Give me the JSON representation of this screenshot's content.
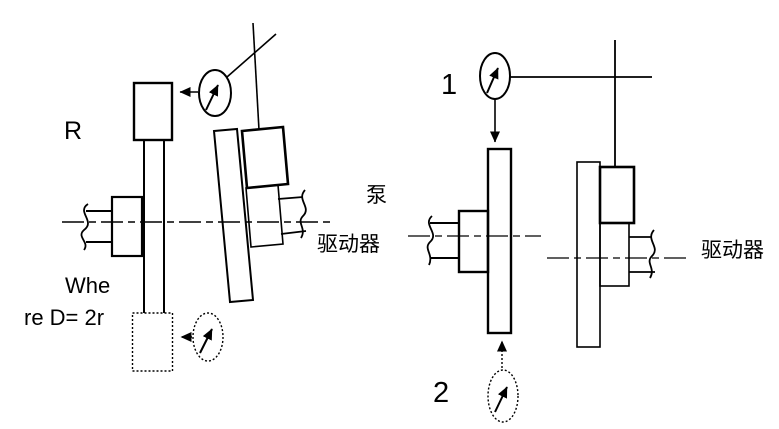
{
  "colors": {
    "line": "#000000",
    "text": "#000000",
    "background": "#ffffff"
  },
  "left_diagram": {
    "radius_label": "R",
    "formula": {
      "line1": "Whe",
      "line2": "re D= 2r"
    },
    "driver_label": "驱动器",
    "icons": {
      "top_indicator": "dial-indicator-icon",
      "bottom_indicator": "dial-indicator-dotted-icon"
    }
  },
  "right_diagram": {
    "pump_label": "泵",
    "top_indicator_label": "1",
    "bottom_indicator_label": "2",
    "driver_label": "驱动器",
    "icons": {
      "top_indicator": "dial-indicator-icon",
      "bottom_indicator": "dial-indicator-dotted-icon"
    }
  }
}
